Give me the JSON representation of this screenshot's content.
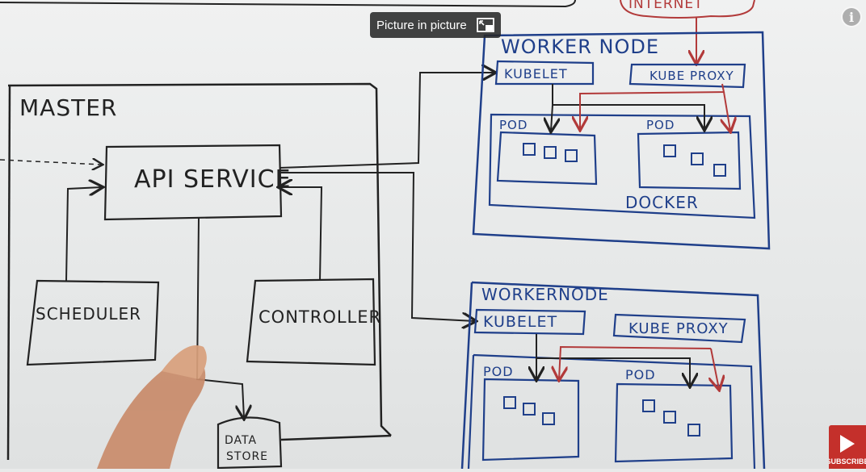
{
  "overlay": {
    "pip_label": "Picture in picture",
    "pip_icon": "picture-in-picture-icon",
    "info_symbol": "i",
    "subscribe_label": "SUBSCRIBE"
  },
  "diagram": {
    "internet": "INTERNET",
    "master": {
      "title": "MASTER",
      "api_service": "API SERVICE",
      "scheduler": "SCHEDULER",
      "controller": "CONTROLLER",
      "data_store_line1": "DATA",
      "data_store_line2": "STORE"
    },
    "worker1": {
      "title": "WORKER NODE",
      "kubelet": "KUBELET",
      "kube_proxy": "KUBE PROXY",
      "pod1": "POD",
      "pod2": "POD",
      "docker": "DOCKER"
    },
    "worker2": {
      "title": "WORKERNODE",
      "kubelet": "KUBELET",
      "kube_proxy": "KUBE PROXY",
      "pod1": "POD",
      "pod2": "POD"
    }
  },
  "colors": {
    "ink": "#222222",
    "blue_marker": "#1f3f8a",
    "red_marker": "#b23a3a",
    "subscribe_red": "#c4302b"
  }
}
